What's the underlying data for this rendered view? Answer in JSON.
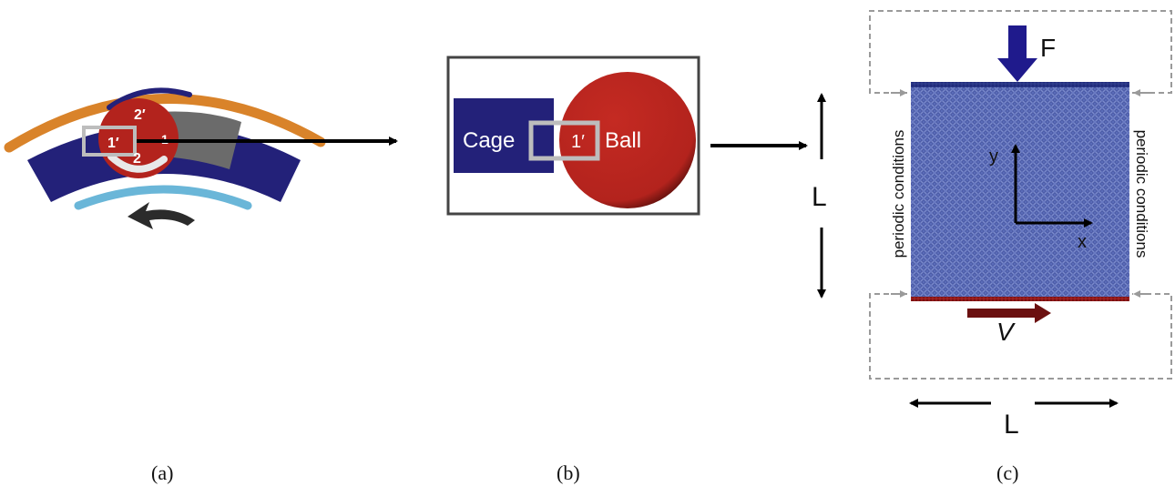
{
  "panel_a": {
    "caption": "(a)",
    "label_1prime": "1′",
    "label_1": "1",
    "label_2": "2",
    "label_2prime": "2′",
    "colors": {
      "outer_race": "#d9832a",
      "inner_race": "#6ab6d8",
      "cage": "#232179",
      "ball": "#b3231d",
      "segment": "#6b6b6b",
      "rotation_arrow": "#2b2b2b"
    }
  },
  "panel_b": {
    "caption": "(b)",
    "cage_label": "Cage",
    "ball_label": "Ball",
    "contact_label": "1′",
    "colors": {
      "cage": "#232179",
      "ball": "#b3231d",
      "frame": "#444444",
      "window": "#bdbdbd"
    }
  },
  "panel_c": {
    "caption": "(c)",
    "force_label": "F",
    "velocity_label": "V",
    "length_label_vertical": "L",
    "length_label_horizontal": "L",
    "periodic_left": "periodic conditions",
    "periodic_right": "periodic conditions",
    "axis_x": "x",
    "axis_y": "y",
    "colors": {
      "particles": "#5a6cb8",
      "particle_edge": "#2e3b8a",
      "force_arrow": "#1f1a8c",
      "velocity_arrow": "#6b1010",
      "bottom_layer": "#8a1a1a",
      "dashed": "#9a9a9a"
    }
  }
}
